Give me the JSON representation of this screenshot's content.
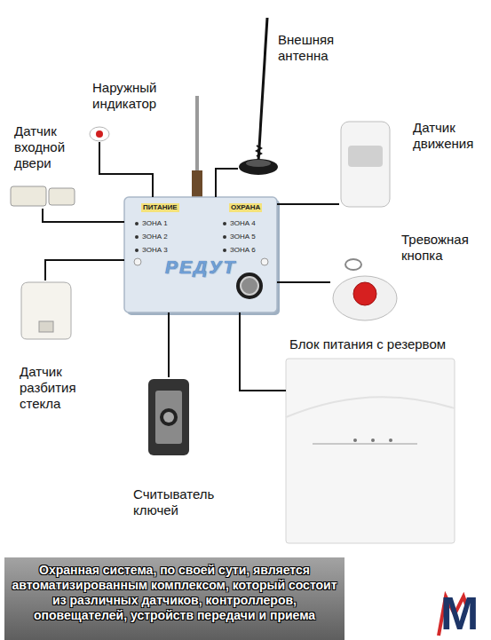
{
  "diagram": {
    "caption": "Охранная система, по своей сути, является автоматизированным комплексом, который состоит из различных датчиков, контроллеров, оповещателей, устройств передачи и приема",
    "nodes": [
      {
        "text": [
          "Внешняя антенна"
        ]
      },
      {
        "text": [
          "Наружный индикатор"
        ]
      },
      {
        "text": [
          "Датчик входной двери"
        ]
      },
      {
        "text": [
          "Датчик движения"
        ]
      },
      {
        "text": [
          "ПИТАНИЕ",
          "ОХРАНА",
          "ЗОНА 1",
          "ЗОНА 4",
          "ЗОНА 2",
          "ЗОНА 5",
          "ЗОНА 3",
          "ЗОНА 6",
          "РЕДУТ"
        ]
      },
      {
        "text": [
          "Тревожная кнопка"
        ]
      },
      {
        "text": [
          "Блок питания с резервом"
        ]
      },
      {
        "text": [
          "Датчик разбития стекла"
        ]
      },
      {
        "text": [
          "Считыватель ключей"
        ]
      }
    ],
    "edges": [
      {
        "from": 4,
        "to": 0,
        "arrow": "none"
      },
      {
        "from": 4,
        "to": 1,
        "arrow": "none"
      },
      {
        "from": 4,
        "to": 2,
        "arrow": "none"
      },
      {
        "from": 4,
        "to": 3,
        "arrow": "none"
      },
      {
        "from": 4,
        "to": 5,
        "arrow": "none"
      },
      {
        "from": 4,
        "to": 6,
        "arrow": "none"
      },
      {
        "from": 4,
        "to": 7,
        "arrow": "none"
      },
      {
        "from": 4,
        "to": 8,
        "arrow": "none"
      }
    ],
    "labels": [
      "M"
    ]
  }
}
